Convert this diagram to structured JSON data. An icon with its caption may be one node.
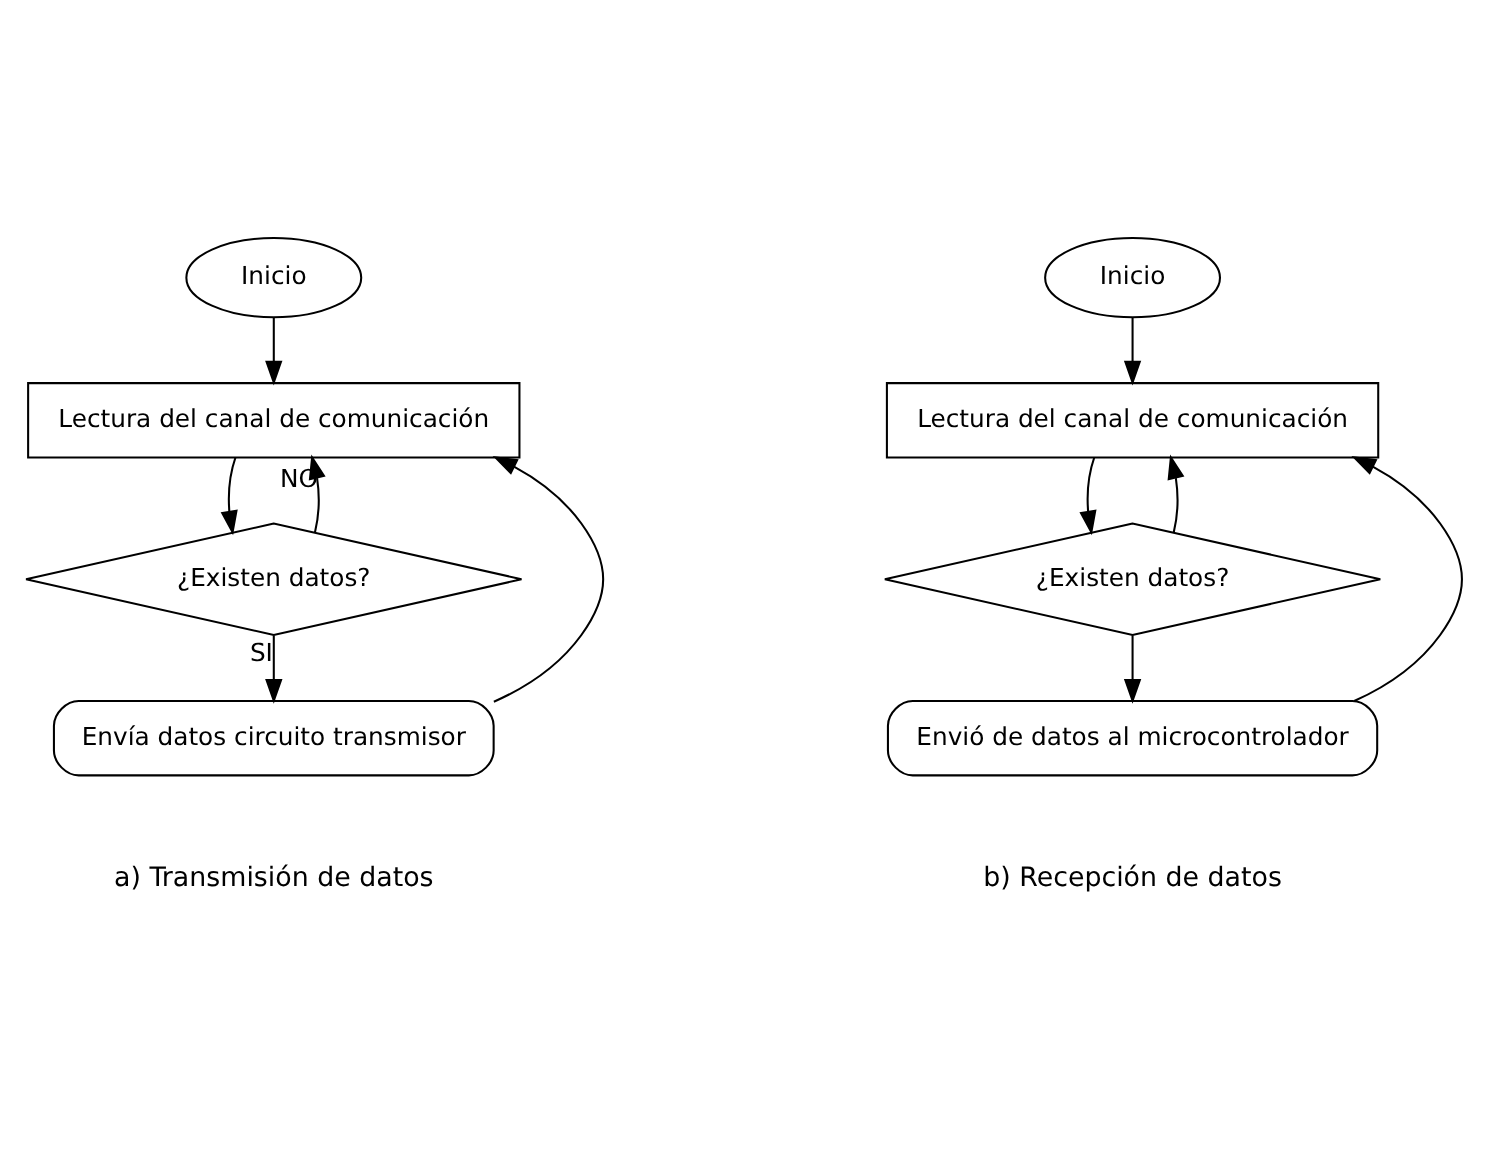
{
  "diagram": {
    "nodes": [
      {
        "text": [
          "Inicio"
        ]
      },
      {
        "text": [
          "Lectura del canal de comunicación"
        ]
      },
      {
        "text": [
          "¿Existen datos?"
        ]
      },
      {
        "text": [
          "Envía datos circuito transmisor"
        ]
      },
      {
        "text": [
          "Inicio"
        ]
      },
      {
        "text": [
          "Lectura del canal de comunicación"
        ]
      },
      {
        "text": [
          "¿Existen datos?"
        ]
      },
      {
        "text": [
          "Envió de datos al microcontrolador"
        ]
      }
    ],
    "edges": [
      {
        "from": 0,
        "to": 1,
        "arrow": "to"
      },
      {
        "from": 1,
        "to": 2,
        "arrow": "to"
      },
      {
        "from": 2,
        "to": 1,
        "arrow": "to",
        "label": "NO"
      },
      {
        "from": 2,
        "to": 3,
        "arrow": "to",
        "label": "SI"
      },
      {
        "from": 3,
        "to": 1,
        "arrow": "to"
      },
      {
        "from": 4,
        "to": 5,
        "arrow": "to"
      },
      {
        "from": 5,
        "to": 6,
        "arrow": "to"
      },
      {
        "from": 6,
        "to": 5,
        "arrow": "to"
      },
      {
        "from": 6,
        "to": 7,
        "arrow": "to"
      },
      {
        "from": 7,
        "to": 5,
        "arrow": "to"
      }
    ],
    "labels": [
      "a) Transmisión de datos",
      "b) Recepción de datos"
    ]
  }
}
